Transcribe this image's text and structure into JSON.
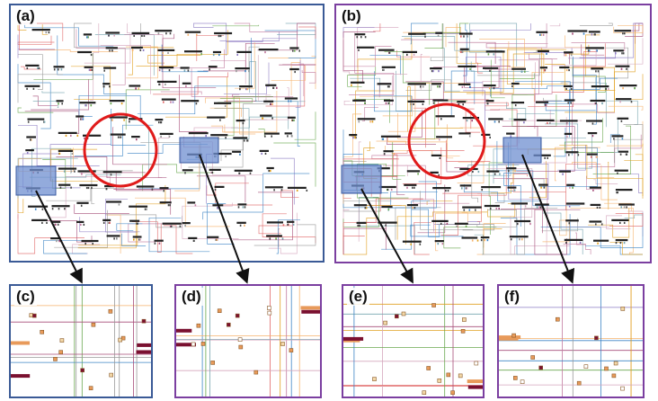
{
  "panels": [
    {
      "id": "a",
      "label": "(a)",
      "kind": "grid",
      "border_color": "#3a5a96",
      "seed": 11,
      "density": 1.0
    },
    {
      "id": "b",
      "label": "(b)",
      "kind": "grid",
      "border_color": "#7b3fa0",
      "seed": 23,
      "density": 1.6
    },
    {
      "id": "c",
      "label": "(c)",
      "kind": "zoom",
      "border_color": "#3a5a96",
      "seed": 5
    },
    {
      "id": "d",
      "label": "(d)",
      "kind": "zoom",
      "border_color": "#7b3fa0",
      "seed": 9
    },
    {
      "id": "e",
      "label": "(e)",
      "kind": "zoom",
      "border_color": "#7b3fa0",
      "seed": 15
    },
    {
      "id": "f",
      "label": "(f)",
      "kind": "zoom",
      "border_color": "#7b3fa0",
      "seed": 31
    }
  ],
  "colors": {
    "highlight_circle": "#e01b1b",
    "zoom_box_fill": "#6f8fd0",
    "zoom_box_stroke": "#3a5aa0",
    "bus_bar": "#7a1030",
    "node_orange": "#e89a5a",
    "node_light": "#f2d8a8",
    "arrow": "#111111",
    "wires": [
      "#e0a020",
      "#6aa84f",
      "#e06666",
      "#3d85c6",
      "#c27ba0",
      "#8e7cc3",
      "#f6b26b",
      "#76a5af",
      "#a64d79",
      "#999999",
      "#d5a6bd"
    ]
  }
}
